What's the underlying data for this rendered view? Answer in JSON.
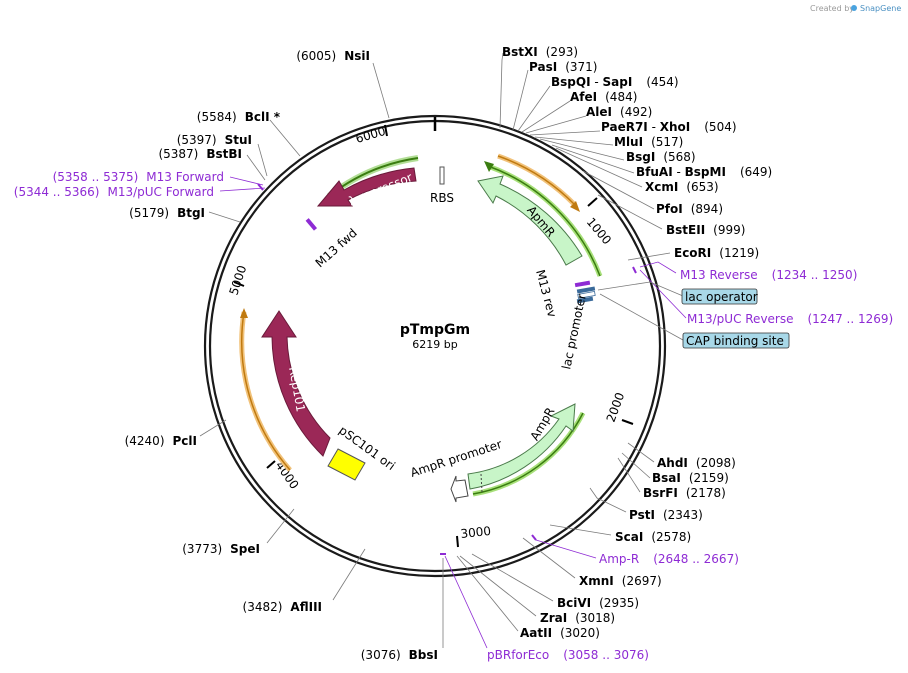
{
  "credit": {
    "text": "Created by",
    "brand": "SnapGene"
  },
  "plasmid": {
    "name": "pTmpGm",
    "length": "6219 bp"
  },
  "ticks": [
    "1000",
    "2000",
    "3000",
    "4000",
    "5000",
    "6000"
  ],
  "sites": [
    {
      "name": "BstXI",
      "pos": "(293)"
    },
    {
      "name": "PasI",
      "pos": "(371)"
    },
    {
      "name": "BspQI",
      "name2": "SapI",
      "pos": "(454)"
    },
    {
      "name": "AfeI",
      "pos": "(484)"
    },
    {
      "name": "AleI",
      "pos": "(492)"
    },
    {
      "name": "PaeR7I",
      "name2": "XhoI",
      "pos": "(504)"
    },
    {
      "name": "MluI",
      "pos": "(517)"
    },
    {
      "name": "BsgI",
      "pos": "(568)"
    },
    {
      "name": "BfuAI",
      "name2": "BspMI",
      "pos": "(649)"
    },
    {
      "name": "XcmI",
      "pos": "(653)"
    },
    {
      "name": "PfoI",
      "pos": "(894)"
    },
    {
      "name": "BstEII",
      "pos": "(999)"
    },
    {
      "name": "EcoRI",
      "pos": "(1219)"
    },
    {
      "name": "AhdI",
      "pos": "(2098)"
    },
    {
      "name": "BsaI",
      "pos": "(2159)"
    },
    {
      "name": "BsrFI",
      "pos": "(2178)"
    },
    {
      "name": "PstI",
      "pos": "(2343)"
    },
    {
      "name": "ScaI",
      "pos": "(2578)"
    },
    {
      "name": "XmnI",
      "pos": "(2697)"
    },
    {
      "name": "BciVI",
      "pos": "(2935)"
    },
    {
      "name": "ZraI",
      "pos": "(3018)"
    },
    {
      "name": "AatII",
      "pos": "(3020)"
    },
    {
      "name": "BbsI",
      "pos": "(3076)"
    },
    {
      "name": "AflIII",
      "pos": "(3482)"
    },
    {
      "name": "SpeI",
      "pos": "(3773)"
    },
    {
      "name": "PclI",
      "pos": "(4240)"
    },
    {
      "name": "BtgI",
      "pos": "(5179)"
    },
    {
      "name": "BstBI",
      "pos": "(5387)"
    },
    {
      "name": "StuI",
      "pos": "(5397)"
    },
    {
      "name": "BclI *",
      "pos": "(5584)"
    },
    {
      "name": "NsiI",
      "pos": "(6005)"
    }
  ],
  "primers": [
    {
      "name": "M13 Reverse",
      "pos": "(1234 .. 1250)"
    },
    {
      "name": "M13/pUC Reverse",
      "pos": "(1247 .. 1269)"
    },
    {
      "name": "Amp-R",
      "pos": "(2648 .. 2667)"
    },
    {
      "name": "pBRforEco",
      "pos": "(3058 .. 3076)"
    },
    {
      "name": "M13/pUC Forward",
      "pos": "(5344 .. 5366)"
    },
    {
      "name": "M13 Forward",
      "pos": "(5358 .. 5375)"
    }
  ],
  "boxed_features": [
    {
      "name": "lac operator"
    },
    {
      "name": "CAP binding site"
    }
  ],
  "features": {
    "lambda_repressor": "λ repressor",
    "rbs": "RBS",
    "apmr": "ApmR",
    "m13_rev": "M13 rev",
    "lac_promoter": "lac promoter",
    "ampr": "AmpR",
    "ampr_promoter": "AmpR promoter",
    "psc101_ori": "pSC101 ori",
    "rep101": "Rep101",
    "m13_fwd": "M13 fwd"
  },
  "colors": {
    "backbone": "#1a1a1a",
    "repressor": "#9b2857",
    "ampr_fill": "#c8f5c8",
    "ori": "#ffff00",
    "orf_orange": "#e8a33c",
    "orf_green": "#4a9e1a",
    "primer": "#8e2bd4",
    "lac_box": "#a8d8e8"
  }
}
